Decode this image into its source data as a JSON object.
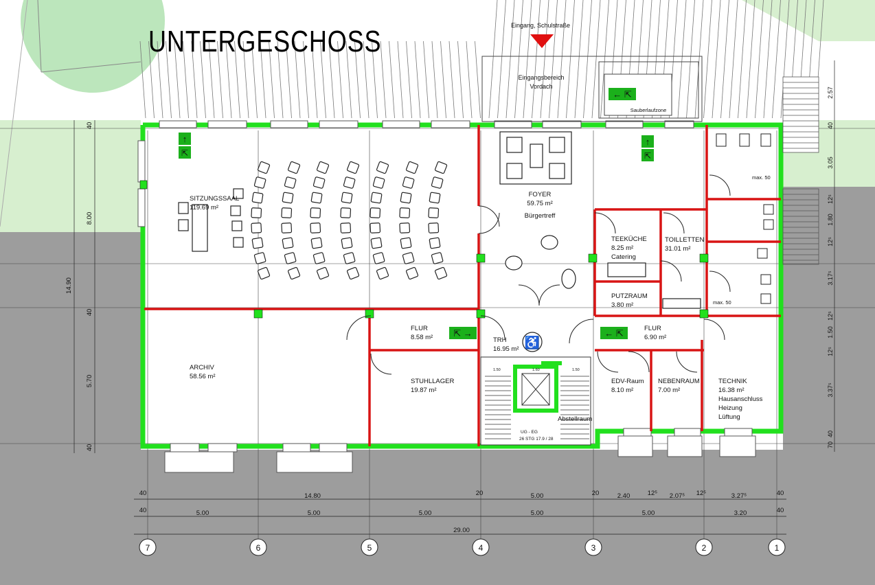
{
  "title": "UNTERGESCHOSS",
  "entrance": {
    "label": "Eingang, Schulstraße",
    "area": "Eingangsbereich Vordach",
    "area_line1": "Eingangsbereich",
    "area_line2": "Vordach",
    "mat": "Sauberlaufzone"
  },
  "rooms": {
    "sitzungssaal": {
      "name": "SITZUNGSSAAL",
      "area": "119.69 m²"
    },
    "foyer": {
      "name": "FOYER",
      "area": "59.75 m²",
      "note": "Bürgertreff"
    },
    "teekueche": {
      "name": "TEEKÜCHE",
      "area": "8.25 m²",
      "note": "Catering"
    },
    "toiletten": {
      "name": "TOILLETTEN",
      "area": "31.01 m²"
    },
    "putzraum": {
      "name": "PUTZRAUM",
      "area": "3.80 m²"
    },
    "archiv": {
      "name": "ARCHIV",
      "area": "58.56 m²"
    },
    "flur_left": {
      "name": "FLUR",
      "area": "8.58 m²"
    },
    "stuhllager": {
      "name": "STUHLLAGER",
      "area": "19.87 m²"
    },
    "trh": {
      "name": "TRH",
      "area": "16.95 m²"
    },
    "flur_right": {
      "name": "FLUR",
      "area": "6.90 m²"
    },
    "edv": {
      "name": "EDV-Raum",
      "area": "8.10 m²"
    },
    "nebenraum": {
      "name": "NEBENRAUM",
      "area": "7.00 m²"
    },
    "technik": {
      "name": "TECHNIK",
      "area": "16.38 m²",
      "note1": "Hausanschluss",
      "note2": "Heizung",
      "note3": "Lüftung"
    },
    "abstellraum": {
      "name": "Abstellraum"
    }
  },
  "wc_notes": {
    "upper": "max. 50",
    "lower": "max. 50"
  },
  "stair": {
    "line1": "UG - EG",
    "line2": "26 STG 17.9 / 28",
    "dim1": "1.50",
    "dim2": "1.60",
    "dim3": "1.50"
  },
  "dims_left": [
    "40",
    "8.00",
    "40",
    "5.70",
    "40",
    "14.90"
  ],
  "dims_right": [
    "2.57",
    "40",
    "3.05",
    "12⁵",
    "1.80",
    "12⁵",
    "3.17⁵",
    "12⁵",
    "1.50",
    "12⁵",
    "3.37⁵",
    "40",
    "70"
  ],
  "dims_bottom_row1": [
    "40",
    "14.80",
    "20",
    "5.00",
    "20",
    "2.40",
    "12⁵",
    "2.07⁵",
    "12⁵",
    "3.27⁵",
    "40"
  ],
  "dims_bottom_row2": [
    "40",
    "5.00",
    "5.00",
    "5.00",
    "5.00",
    "5.00",
    "3.20",
    "40"
  ],
  "dims_total": "29.00",
  "axes": [
    "7",
    "6",
    "5",
    "4",
    "3",
    "2",
    "1"
  ],
  "colors": {
    "wall_green": "#22e01e",
    "wall_red": "#d81414",
    "lawn": "#d7efcf",
    "street": "#9b9b9b",
    "tree": "#b8e6b8",
    "entrance_marker": "#e01010"
  }
}
